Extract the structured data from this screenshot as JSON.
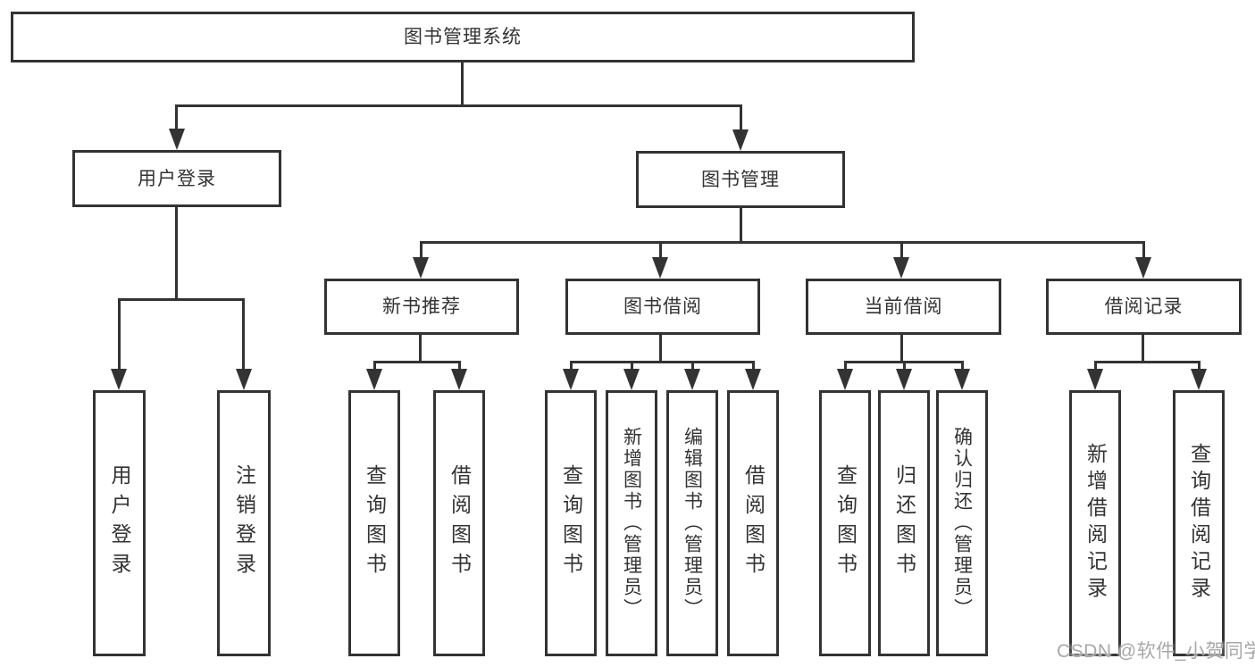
{
  "diagram": {
    "root": {
      "label": "图书管理系统"
    },
    "user_login": {
      "label": "用户登录",
      "children": {
        "login": {
          "label": "用户登录"
        },
        "logout": {
          "label": "注销登录"
        }
      }
    },
    "book_mgmt": {
      "label": "图书管理",
      "children": {
        "new_book_rec": {
          "label": "新书推荐",
          "children": {
            "query_book": {
              "label": "查询图书"
            },
            "borrow_book": {
              "label": "借阅图书"
            }
          }
        },
        "book_borrow": {
          "label": "图书借阅",
          "children": {
            "query_book": {
              "label": "查询图书"
            },
            "add_book": {
              "label": "新增图书（管理员）"
            },
            "edit_book": {
              "label": "编辑图书（管理员）"
            },
            "borrow_book": {
              "label": "借阅图书"
            }
          }
        },
        "current_borrow": {
          "label": "当前借阅",
          "children": {
            "query_book": {
              "label": "查询图书"
            },
            "return_book": {
              "label": "归还图书"
            },
            "confirm_return": {
              "label": "确认归还（管理员）"
            }
          }
        },
        "borrow_record": {
          "label": "借阅记录",
          "children": {
            "add_record": {
              "label": "新增借阅记录"
            },
            "query_record": {
              "label": "查询借阅记录"
            }
          }
        }
      }
    }
  },
  "watermark": {
    "text": "CSDN @软件_小贺同学"
  },
  "colors": {
    "line": "#333333",
    "text": "#333333",
    "watermark": "#a8a8a8",
    "background": "#ffffff"
  }
}
